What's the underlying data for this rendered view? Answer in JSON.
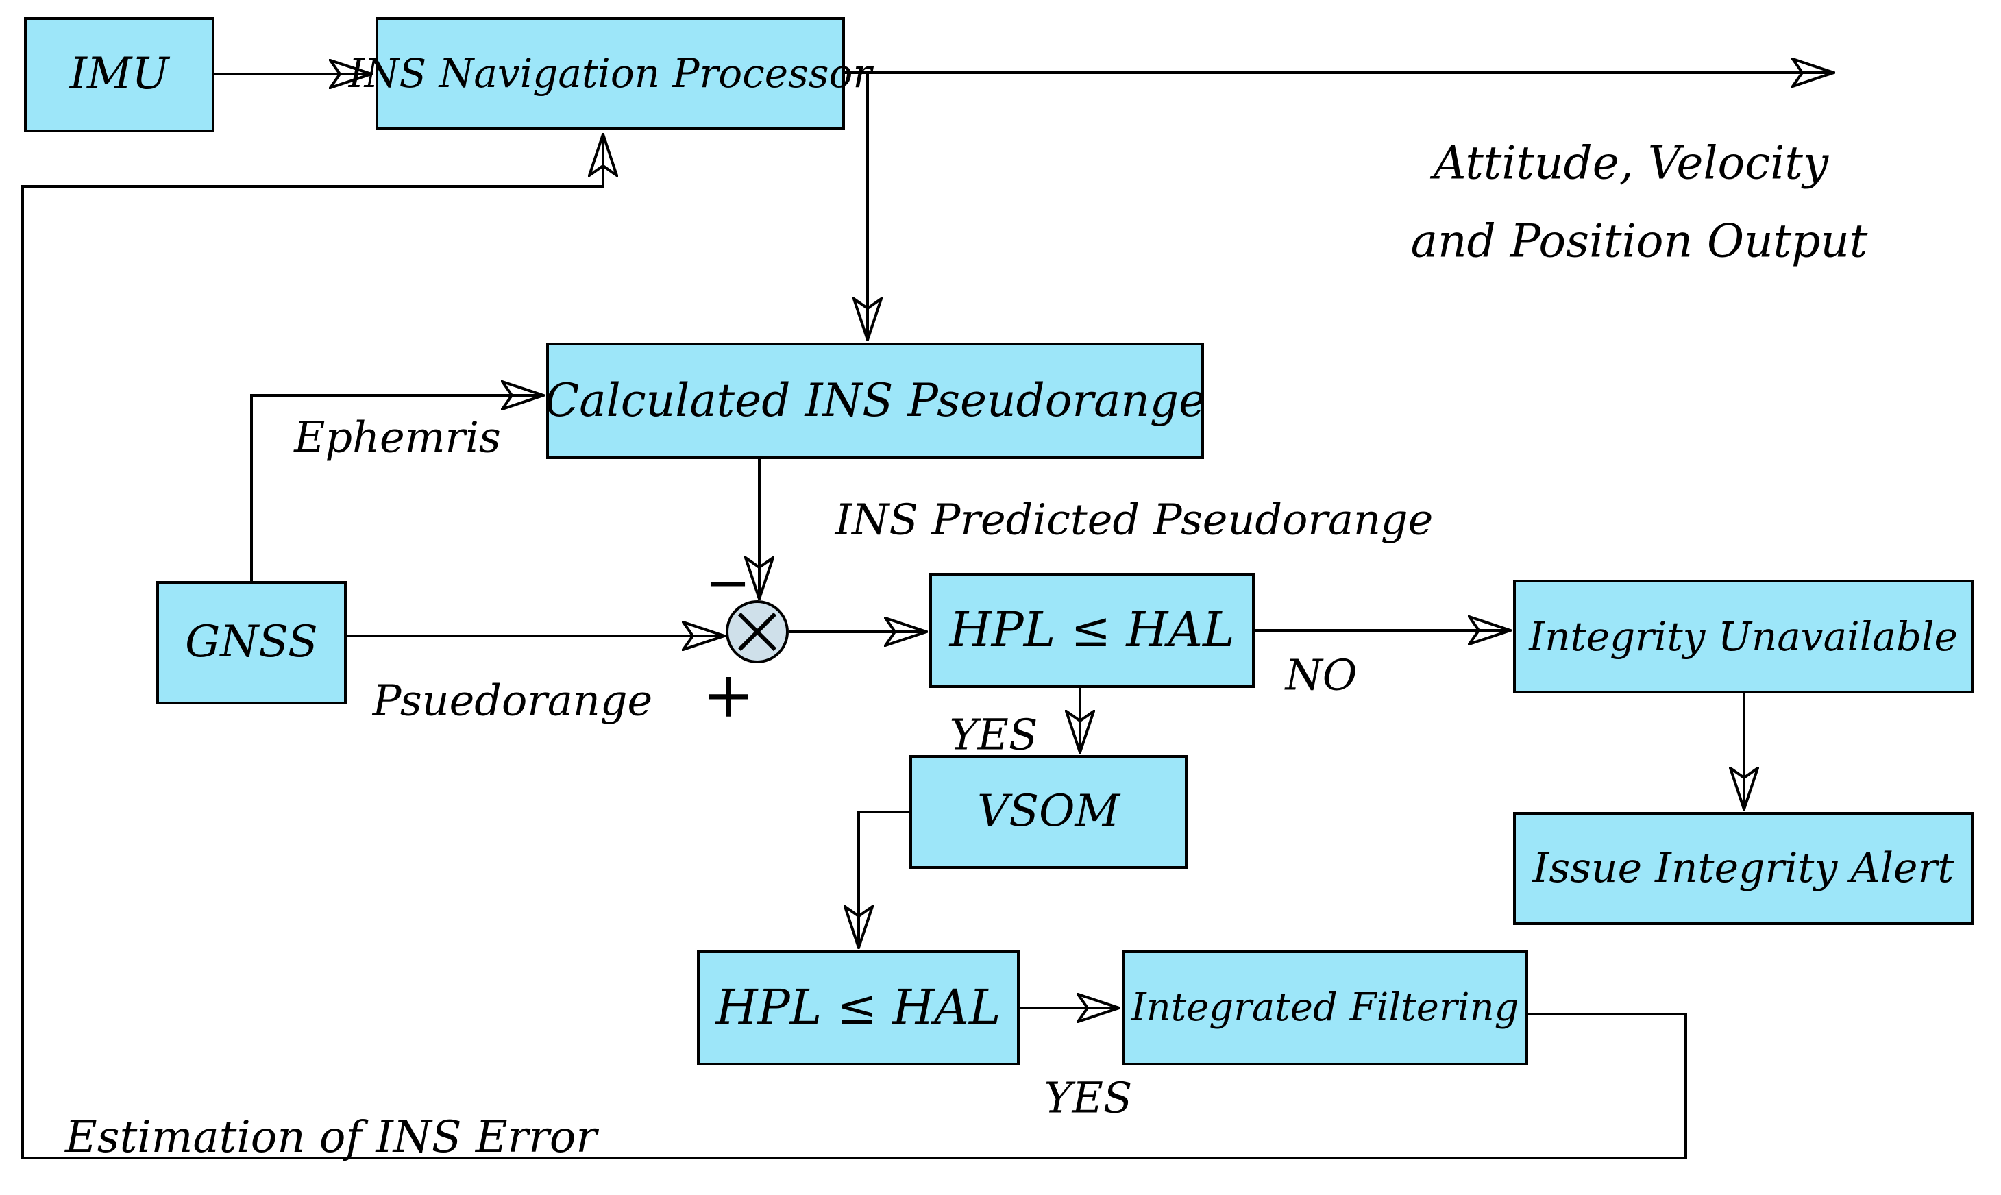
{
  "nodes": {
    "imu": {
      "label": "IMU"
    },
    "ins_nav": {
      "label": "INS Navigation Processor"
    },
    "calc_pseudo": {
      "label": "Calculated INS Pseudorange"
    },
    "gnss": {
      "label": "GNSS"
    },
    "hpl_check_1": {
      "label": "HPL ≤ HAL"
    },
    "integrity_unavailable": {
      "label": "Integrity Unavailable"
    },
    "vsom": {
      "label": "VSOM"
    },
    "issue_alert": {
      "label": "Issue Integrity Alert"
    },
    "hpl_check_2": {
      "label": "HPL ≤ HAL"
    },
    "integrated_filtering": {
      "label": "Integrated Filtering"
    }
  },
  "labels": {
    "output_line1": "Attitude, Velocity",
    "output_line2": "and Position Output",
    "ephemris": "Ephemris",
    "ins_predicted": "INS Predicted Pseudorange",
    "psuedorange": "Psuedorange",
    "minus": "−",
    "plus": "+",
    "yes_1": "YES",
    "no": "NO",
    "yes_2": "YES",
    "estimation": "Estimation of INS Error"
  },
  "colors": {
    "node_fill": "#9de6f9",
    "node_border": "#000000",
    "junction_fill": "#cfe0ea",
    "line": "#000000",
    "bg": "#ffffff"
  }
}
